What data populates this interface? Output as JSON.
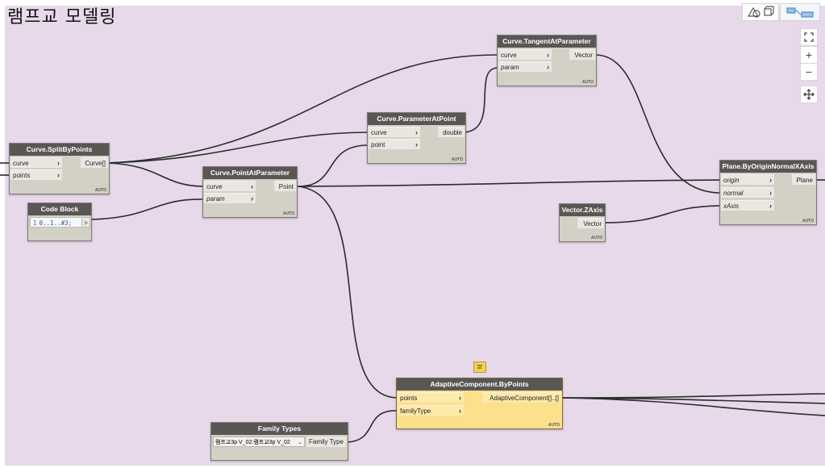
{
  "workspace": {
    "group_title": "램프교 모델링"
  },
  "toolbar": {
    "geometry_view_icon": "3d-view-icon",
    "graph_view_icon": "graph-view-icon",
    "zoom_fit_icon": "fit-view-icon",
    "zoom_in_label": "+",
    "zoom_out_label": "−",
    "pan_icon": "pan-icon"
  },
  "nodes": {
    "split": {
      "title": "Curve.SplitByPoints",
      "in1": "curve",
      "in2": "points",
      "out1": "Curve[]",
      "auto": "AUTO"
    },
    "code": {
      "title": "Code Block",
      "line_no": "1",
      "code": "0..1..#3;",
      "out": ">"
    },
    "pap": {
      "title": "Curve.PointAtParameter",
      "in1": "curve",
      "in2": "param",
      "out1": "Point",
      "auto": "AUTO"
    },
    "parampt": {
      "title": "Curve.ParameterAtPoint",
      "in1": "curve",
      "in2": "point",
      "out1": "double",
      "auto": "AUTO"
    },
    "tangent": {
      "title": "Curve.TangentAtParameter",
      "in1": "curve",
      "in2": "param",
      "out1": "Vector",
      "auto": "AUTO"
    },
    "zaxis": {
      "title": "Vector.ZAxis",
      "out1": "Vector",
      "auto": "AUTO"
    },
    "plane": {
      "title": "Plane.ByOriginNormalXAxis",
      "in1": "origin",
      "in2": "normal",
      "in3": "xAxis",
      "out1": "Plane",
      "auto": "AUTO"
    },
    "adaptive": {
      "title": "AdaptiveComponent.ByPoints",
      "in1": "points",
      "in2": "familyType",
      "out1": "AdaptiveComponent[]..[]",
      "auto": "AUTO"
    },
    "family": {
      "title": "Family Types",
      "selected": "램프교3p V_02:램프교3p V_02",
      "out1": "Family Type"
    }
  },
  "colors": {
    "canvas": "#e7d9ea",
    "node_header": "#5a5654",
    "node_body": "#d3d0c6",
    "selected_node": "#fde08b",
    "wire": "#2b2b2b"
  }
}
